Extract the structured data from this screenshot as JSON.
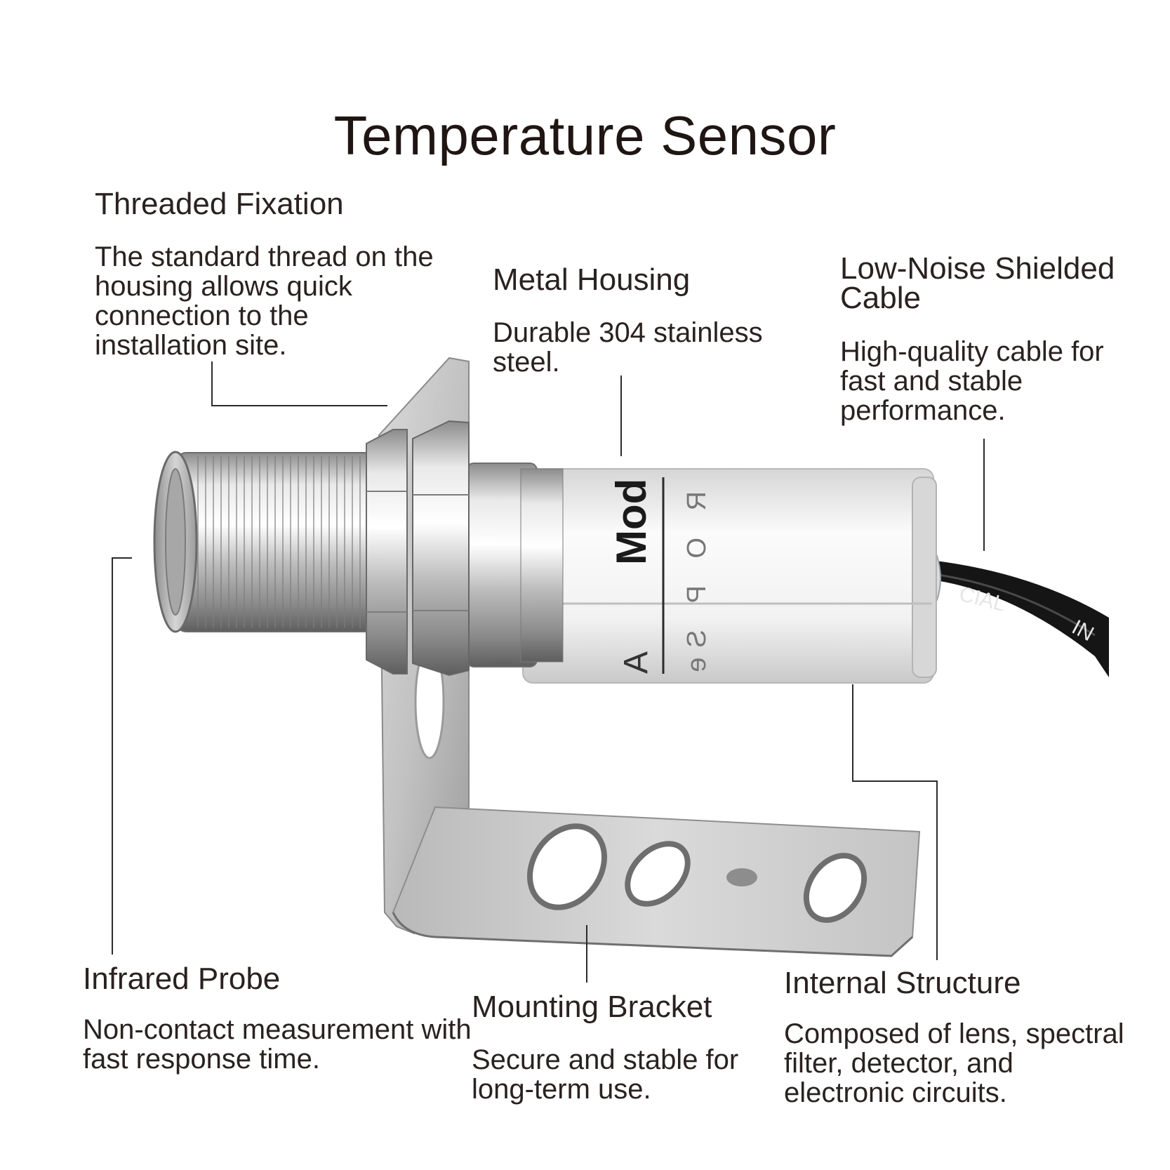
{
  "title": "Temperature Sensor",
  "features": {
    "threaded_fixation": {
      "heading": "Threaded Fixation",
      "description": "The standard thread on the housing allows quick connection to the installation site."
    },
    "metal_housing": {
      "heading": "Metal Housing",
      "description": "Durable 304 stainless steel."
    },
    "shielded_cable": {
      "heading": "Low-Noise Shielded Cable",
      "description": "High-quality cable for fast and stable performance."
    },
    "infrared_probe": {
      "heading": "Infrared Probe",
      "description": "Non-contact measurement with fast response time."
    },
    "mounting_bracket": {
      "heading": "Mounting Bracket",
      "description": "Secure and stable for long-term use."
    },
    "internal_structure": {
      "heading": "Internal Structure",
      "description": "Composed of lens, spectral filter, detector, and electronic circuits."
    }
  },
  "product_label": {
    "model_text": "Mod",
    "side_glyphs": "R O P Se",
    "suffix_text": "A",
    "cable_print_1": "CIAL",
    "cable_print_2": "IN"
  },
  "colors": {
    "steel_light": "#eeeeee",
    "steel_mid": "#b9b9b9",
    "steel_dark": "#7a7a7a",
    "label_white": "#f4f4f4",
    "cable_black": "#161616",
    "text": "#2a2220"
  }
}
